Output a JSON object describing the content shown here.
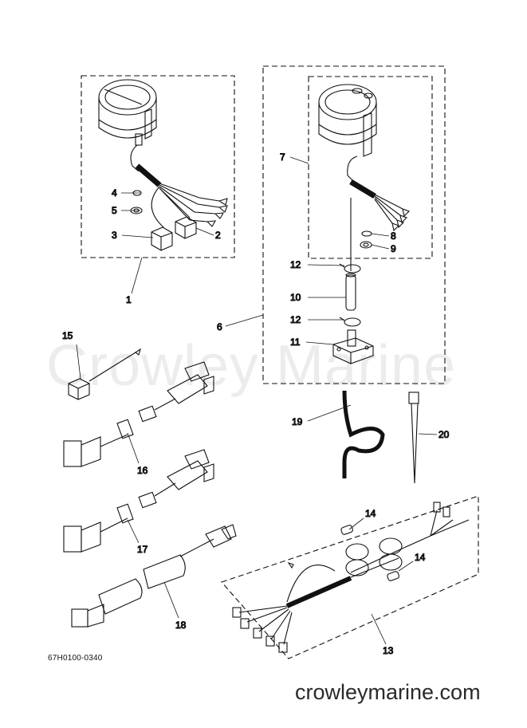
{
  "watermark": "Crowley Marine",
  "footer": {
    "part_code": "67H0100-0340",
    "site": "crowleymarine.com"
  },
  "callouts": {
    "c1": "1",
    "c2": "2",
    "c3": "3",
    "c4": "4",
    "c5": "5",
    "c6": "6",
    "c7": "7",
    "c8": "8",
    "c9": "9",
    "c10": "10",
    "c11": "11",
    "c12a": "12",
    "c12b": "12",
    "c13": "13",
    "c14a": "14",
    "c14b": "14",
    "c15": "15",
    "c16": "16",
    "c17": "17",
    "c18": "18",
    "c19": "19",
    "c20": "20"
  }
}
